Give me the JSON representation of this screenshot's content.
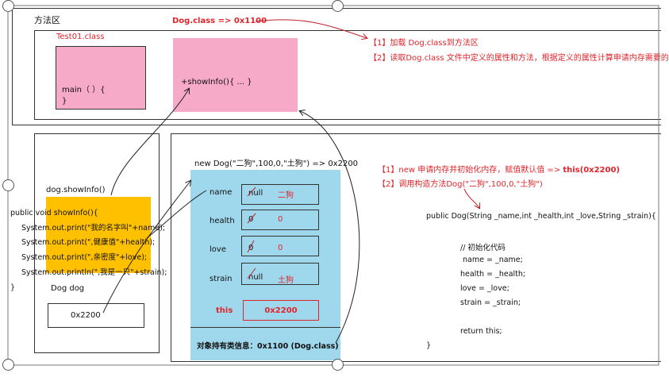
{
  "method_area": {
    "label": "方法区",
    "test01_label": "Test01.class",
    "main_method": "main（ ）{",
    "main_close": "}",
    "showinfo_method": "+showInfo(){ ... }",
    "dog_class_addr": "Dog.class => 0x1100",
    "note1": "【1】加载 Dog.class到方法区",
    "note2": "【2】读取Dog.class 文件中定义的属性和方法，根据定义的属性计算申请内存需要的"
  },
  "stack": {
    "call_label": "dog.showInfo()",
    "code_lines": [
      "public void showInfo(){",
      "System.out.print(\"我的名字叫\"+name);",
      "System.out.print(\",健康值\"+health);",
      "System.out.print(\",亲密度\"+love);",
      "System.out.println(\",我是一只\"+strain);",
      "}"
    ],
    "var_label": "Dog dog",
    "var_value": "0x2200"
  },
  "heap": {
    "new_expr": "new Dog(\"二狗\",100,0,\"土狗\") => 0x2200",
    "fields": [
      {
        "name": "name",
        "old": "null",
        "new": "二狗"
      },
      {
        "name": "health",
        "old": "0",
        "new": "0"
      },
      {
        "name": "love",
        "old": "0",
        "new": "0"
      },
      {
        "name": "strain",
        "old": "null",
        "new": "土狗"
      }
    ],
    "this_label": "this",
    "this_value": "0x2200",
    "class_info": "对象持有类信息：0x1100 (Dog.class)"
  },
  "notes": {
    "step1_prefix": "【1】new 申请内存并初始化内存，赋值默认值  =>",
    "step1_bold": "this(0x2200)",
    "step2": "【2】调用构造方法Dog(\"二狗\",100,0,\"土狗\")"
  },
  "constructor": {
    "lines": [
      "public Dog(String _name,int _health,int _love,String _strain){",
      "// 初始化代码",
      "name = _name;",
      "health = _health;",
      "love = _love;",
      "strain = _strain;",
      "return this;",
      "}"
    ]
  }
}
